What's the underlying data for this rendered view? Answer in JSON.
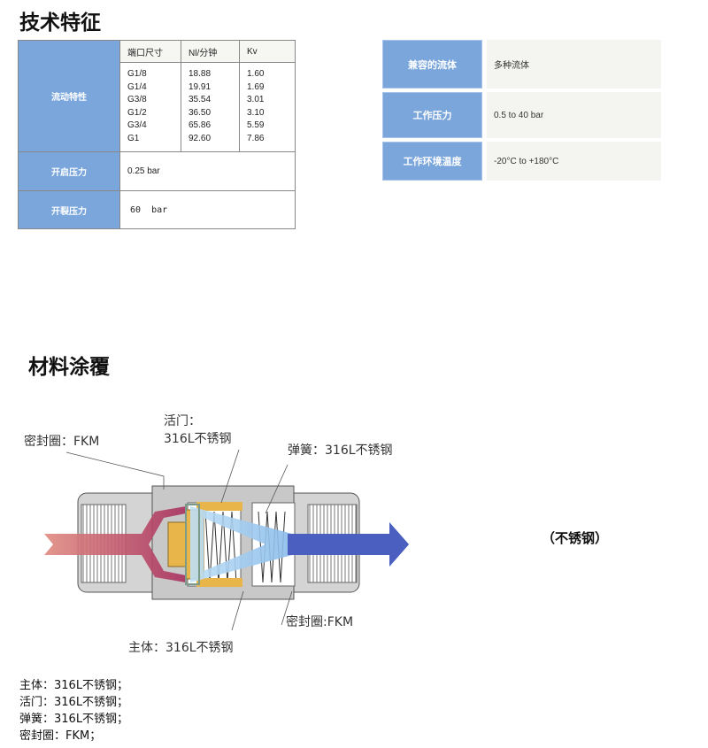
{
  "tech": {
    "title": "技术特征",
    "flow": {
      "label": "流动特性",
      "headers": [
        "端口尺寸",
        "Nl/分钟",
        "Kv"
      ],
      "ports": [
        "G1/8",
        "G1/4",
        "G3/8",
        "G1/2",
        "G3/4",
        "G1"
      ],
      "flows": [
        "18.88",
        "19.91",
        "35.54",
        "36.50",
        "65.86",
        "92.60"
      ],
      "kv": [
        "1.60",
        "1.69",
        "3.01",
        "3.10",
        "5.59",
        "7.86"
      ]
    },
    "opening": {
      "label": "开启压力",
      "value": "0.25 bar"
    },
    "burst": {
      "label": "开裂压力",
      "value": "60  bar"
    },
    "right": [
      {
        "label": "兼容的流体",
        "value": "多种流体"
      },
      {
        "label": "工作压力",
        "value": "0.5 to 40 bar"
      },
      {
        "label": "工作环境温度",
        "value": "-20°C to +180°C"
      }
    ]
  },
  "material": {
    "title": "材料涂覆",
    "diagram": {
      "seal_top": "密封圈：FKM",
      "valve_1": "活门：",
      "valve_2": "316L不锈钢",
      "spring": "弹簧：316L不锈钢",
      "seal_bottom": "密封圈:FKM",
      "body": "主体：316L不锈钢"
    },
    "note": "（不锈钢）",
    "list": [
      "主体：316L不锈钢；",
      "活门：316L不锈钢；",
      "弹簧：316L不锈钢；",
      "密封圈：FKM；"
    ]
  },
  "colors": {
    "header_blue": "#7aa6dc",
    "inlet": "#a8305f",
    "outlet": "#4a5fc0"
  }
}
